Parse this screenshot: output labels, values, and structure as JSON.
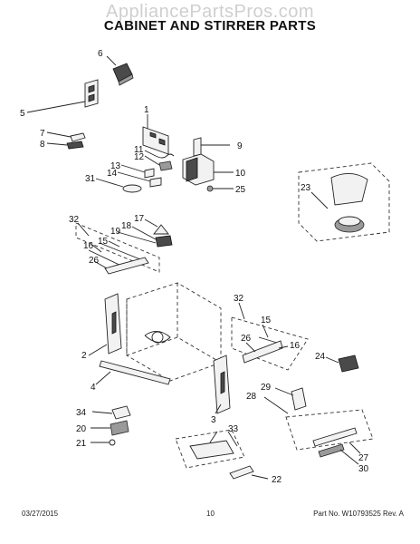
{
  "watermark": "AppliancePartsPros.com",
  "title": "CABINET AND STIRRER PARTS",
  "callouts": [
    "1",
    "2",
    "3",
    "4",
    "5",
    "6",
    "7",
    "8",
    "9",
    "10",
    "11",
    "12",
    "13",
    "14",
    "15",
    "16",
    "17",
    "18",
    "19",
    "20",
    "21",
    "22",
    "23",
    "24",
    "25",
    "26",
    "27",
    "28",
    "29",
    "30",
    "31",
    "32",
    "32",
    "33",
    "34",
    "15",
    "16",
    "26"
  ],
  "footer": {
    "date": "03/27/2015",
    "page": "10",
    "part_number": "Part No. W10793525  Rev. A"
  }
}
